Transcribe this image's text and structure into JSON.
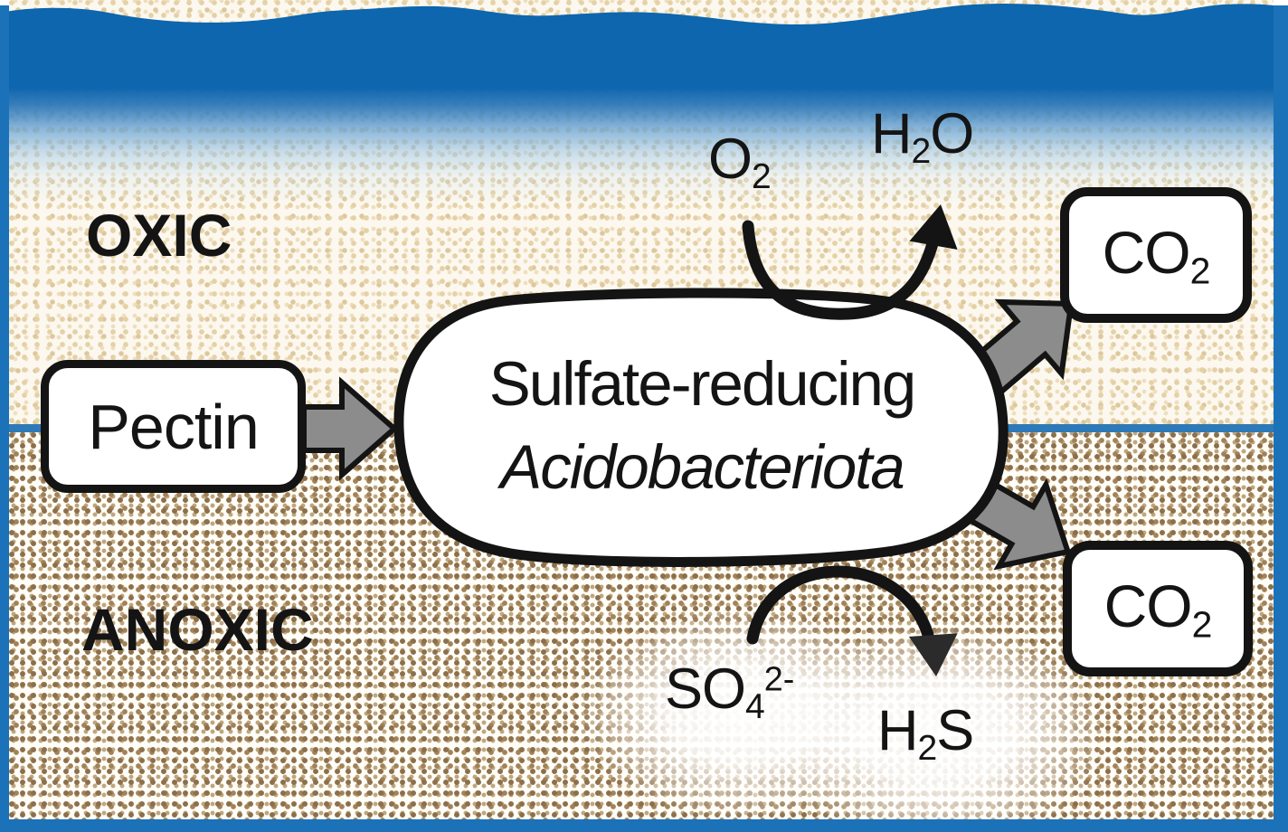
{
  "zones": {
    "oxic": "OXIC",
    "anoxic": "ANOXIC"
  },
  "nodes": {
    "pectin": {
      "label": "Pectin"
    },
    "microbe": {
      "line1": "Sulfate-reducing",
      "line2": "Acidobacteriota"
    },
    "co2_oxic": {
      "base": "CO",
      "sub": "2"
    },
    "co2_anoxic": {
      "base": "CO",
      "sub": "2"
    }
  },
  "molecules": {
    "o2": {
      "base": "O",
      "sub": "2"
    },
    "h2o": {
      "pre": "H",
      "sub": "2",
      "post": "O"
    },
    "so4": {
      "base": "SO",
      "sub": "4",
      "sup": "2-"
    },
    "h2s": {
      "pre": "H",
      "sub": "2",
      "post": "S"
    }
  },
  "colors": {
    "water_blue": "#0d66ae",
    "frame_blue": "#1b72b8",
    "boundary_blue": "#2e7ab8",
    "oxic_speckle": "#e5d1a6",
    "anoxic_speckle": "#8c6f4b",
    "arrow_gray": "#8c8c8c",
    "outline_black": "#141414"
  }
}
